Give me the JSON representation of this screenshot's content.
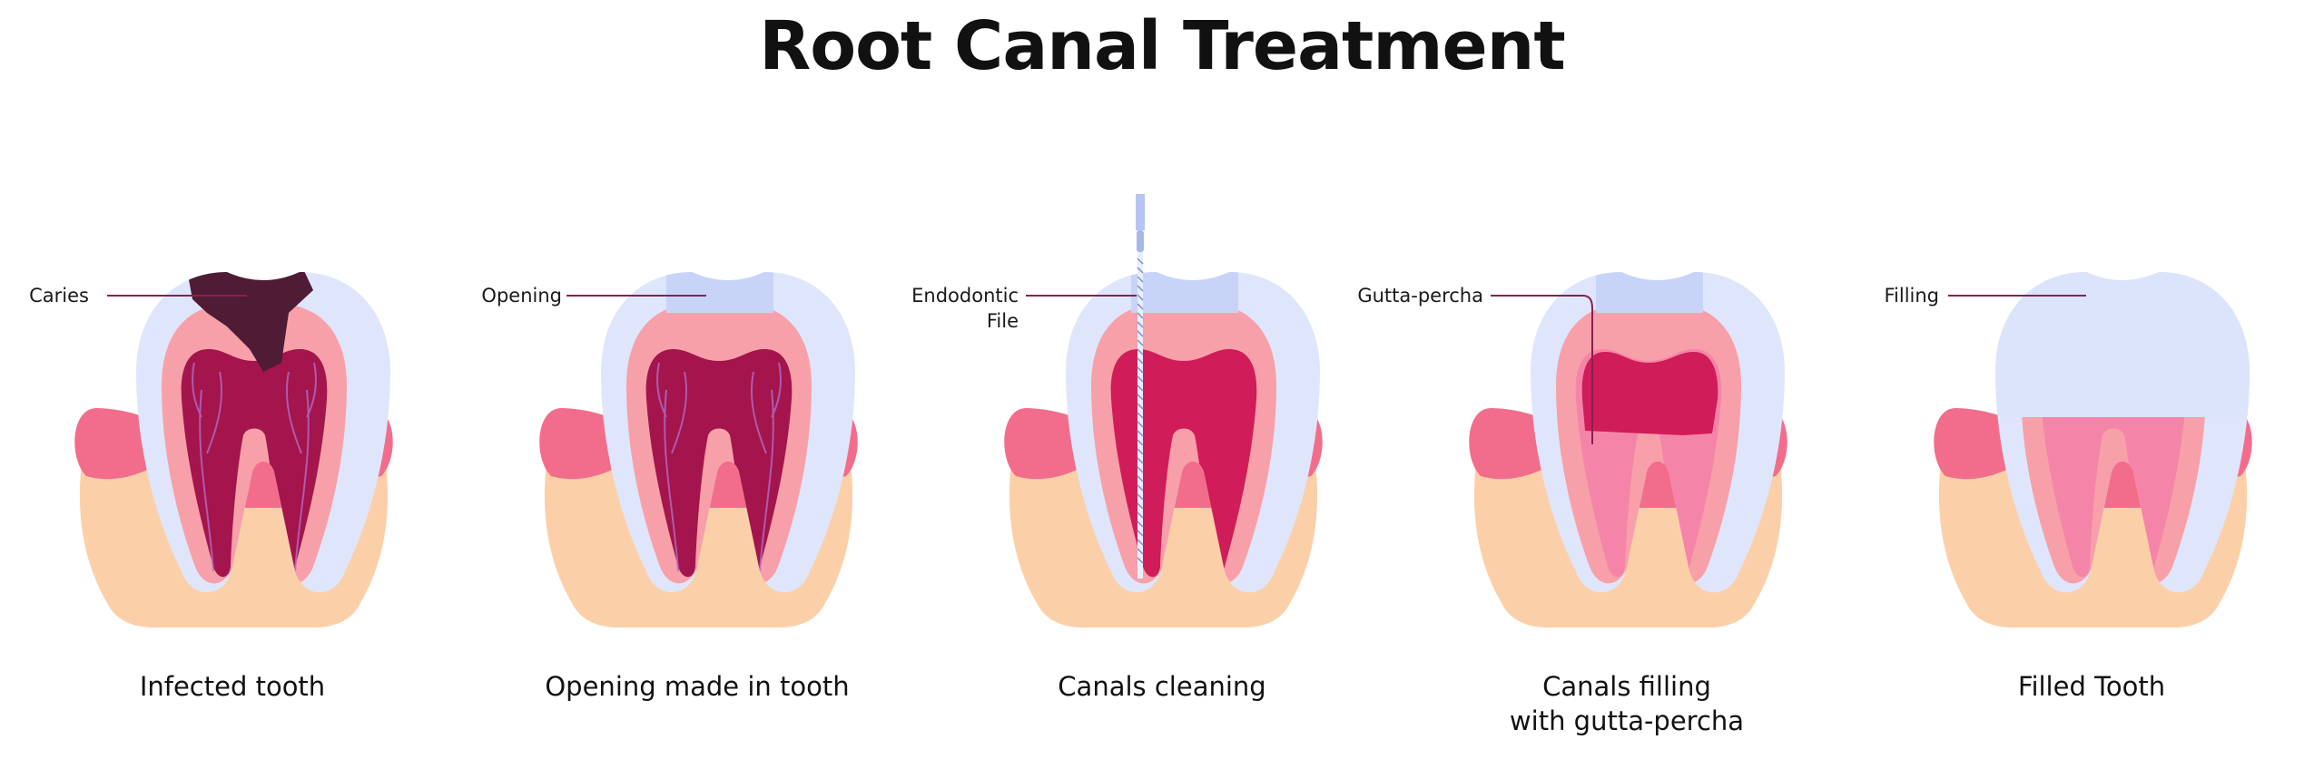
{
  "title": "Root Canal Treatment",
  "colors": {
    "gum": "#f26d8c",
    "bone": "#fbd0a9",
    "enamel": "#dfe6fb",
    "dentin": "#f7a0aa",
    "pulp": "#a3154c",
    "caries": "#4f1b35",
    "gutta_percha": "#d01c58",
    "filling": "#cfdcfb",
    "pointer_line": "#8a2050"
  },
  "steps": [
    {
      "caption_lines": [
        "Infected tooth"
      ],
      "pointer_lines": [
        "Caries"
      ]
    },
    {
      "caption_lines": [
        "Opening made in tooth"
      ],
      "pointer_lines": [
        "Opening"
      ]
    },
    {
      "caption_lines": [
        "Canals cleaning"
      ],
      "pointer_lines": [
        "Endodontic",
        "File"
      ]
    },
    {
      "caption_lines": [
        "Canals filling",
        "with gutta-percha"
      ],
      "pointer_lines": [
        "Gutta-percha"
      ]
    },
    {
      "caption_lines": [
        "Filled Tooth"
      ],
      "pointer_lines": [
        "Filling"
      ]
    }
  ]
}
